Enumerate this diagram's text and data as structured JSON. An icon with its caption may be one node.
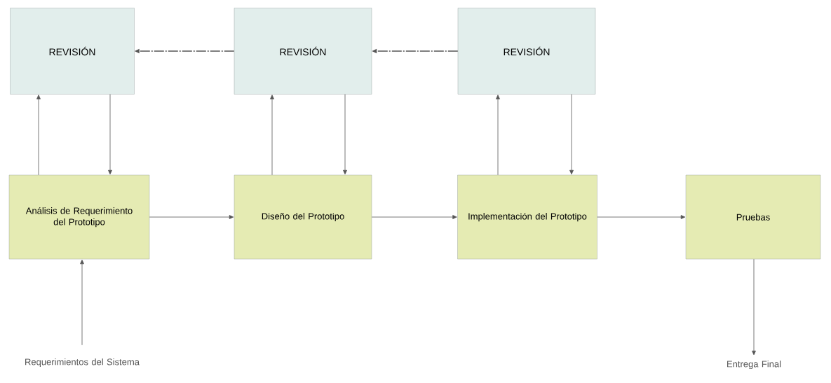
{
  "diagram": {
    "nodes": [
      {
        "text": [
          "REVISIÓN"
        ]
      },
      {
        "text": [
          "REVISIÓN"
        ]
      },
      {
        "text": [
          "REVISIÓN"
        ]
      },
      {
        "text": [
          "Análisis de Requerimiento del Prototipo"
        ]
      },
      {
        "text": [
          "Diseño del Prototipo"
        ]
      },
      {
        "text": [
          "Implementación del Prototipo"
        ]
      },
      {
        "text": [
          "Pruebas"
        ]
      },
      {
        "text": [
          "Requerimientos del Sistema"
        ]
      },
      {
        "text": [
          "Entrega Final"
        ]
      }
    ],
    "edges": [
      {
        "from": 3,
        "to": 0,
        "arrow": "to"
      },
      {
        "from": 0,
        "to": 3,
        "arrow": "to"
      },
      {
        "from": 4,
        "to": 1,
        "arrow": "to"
      },
      {
        "from": 1,
        "to": 4,
        "arrow": "to"
      },
      {
        "from": 5,
        "to": 2,
        "arrow": "to"
      },
      {
        "from": 2,
        "to": 5,
        "arrow": "to"
      },
      {
        "from": 2,
        "to": 1,
        "arrow": "to",
        "style": "dashed"
      },
      {
        "from": 1,
        "to": 0,
        "arrow": "to",
        "style": "dashed"
      },
      {
        "from": 3,
        "to": 4,
        "arrow": "to"
      },
      {
        "from": 4,
        "to": 5,
        "arrow": "to"
      },
      {
        "from": 5,
        "to": 6,
        "arrow": "to"
      },
      {
        "from": 7,
        "to": 3,
        "arrow": "to"
      },
      {
        "from": 6,
        "to": 8,
        "arrow": "to"
      }
    ]
  }
}
